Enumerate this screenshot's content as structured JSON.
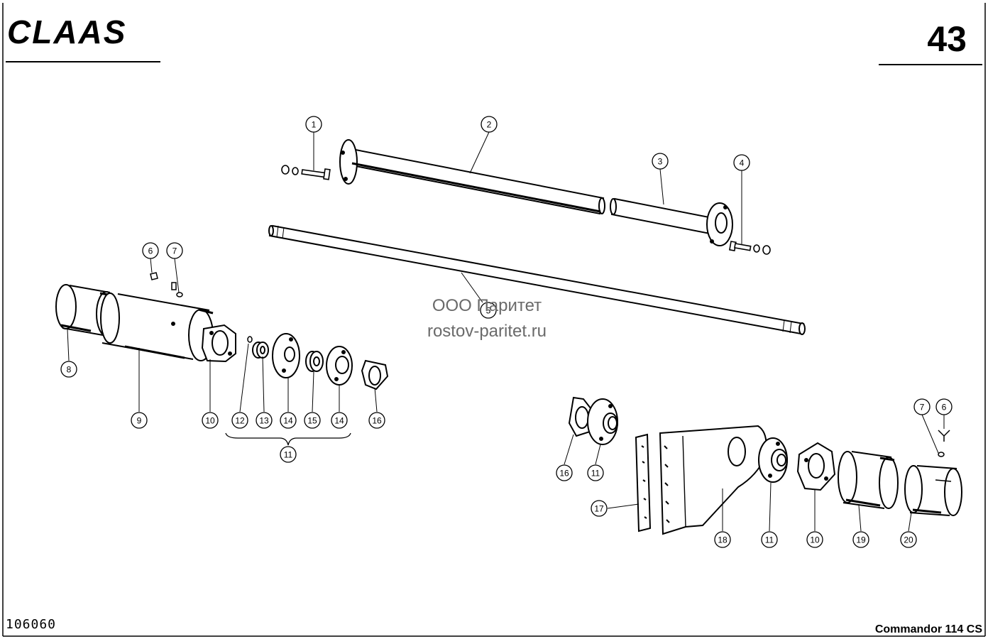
{
  "header": {
    "brand": "CLAAS",
    "page_number": "43"
  },
  "footer": {
    "drawing_number": "106060",
    "model": "Commandor 114 CS"
  },
  "watermark": {
    "line1": "ООО Паритет",
    "line2": "rostov-paritet.ru"
  },
  "callouts": {
    "c1": "1",
    "c2": "2",
    "c3": "3",
    "c4": "4",
    "c5": "5",
    "c6a": "6",
    "c7a": "7",
    "c8": "8",
    "c9": "9",
    "c10a": "10",
    "c12": "12",
    "c13": "13",
    "c14a": "14",
    "c15": "15",
    "c14b": "14",
    "c16a": "16",
    "c11a": "11",
    "c16b": "16",
    "c11b": "11",
    "c17": "17",
    "c18": "18",
    "c11c": "11",
    "c10b": "10",
    "c19": "19",
    "c20": "20",
    "c7b": "7",
    "c6b": "6"
  }
}
